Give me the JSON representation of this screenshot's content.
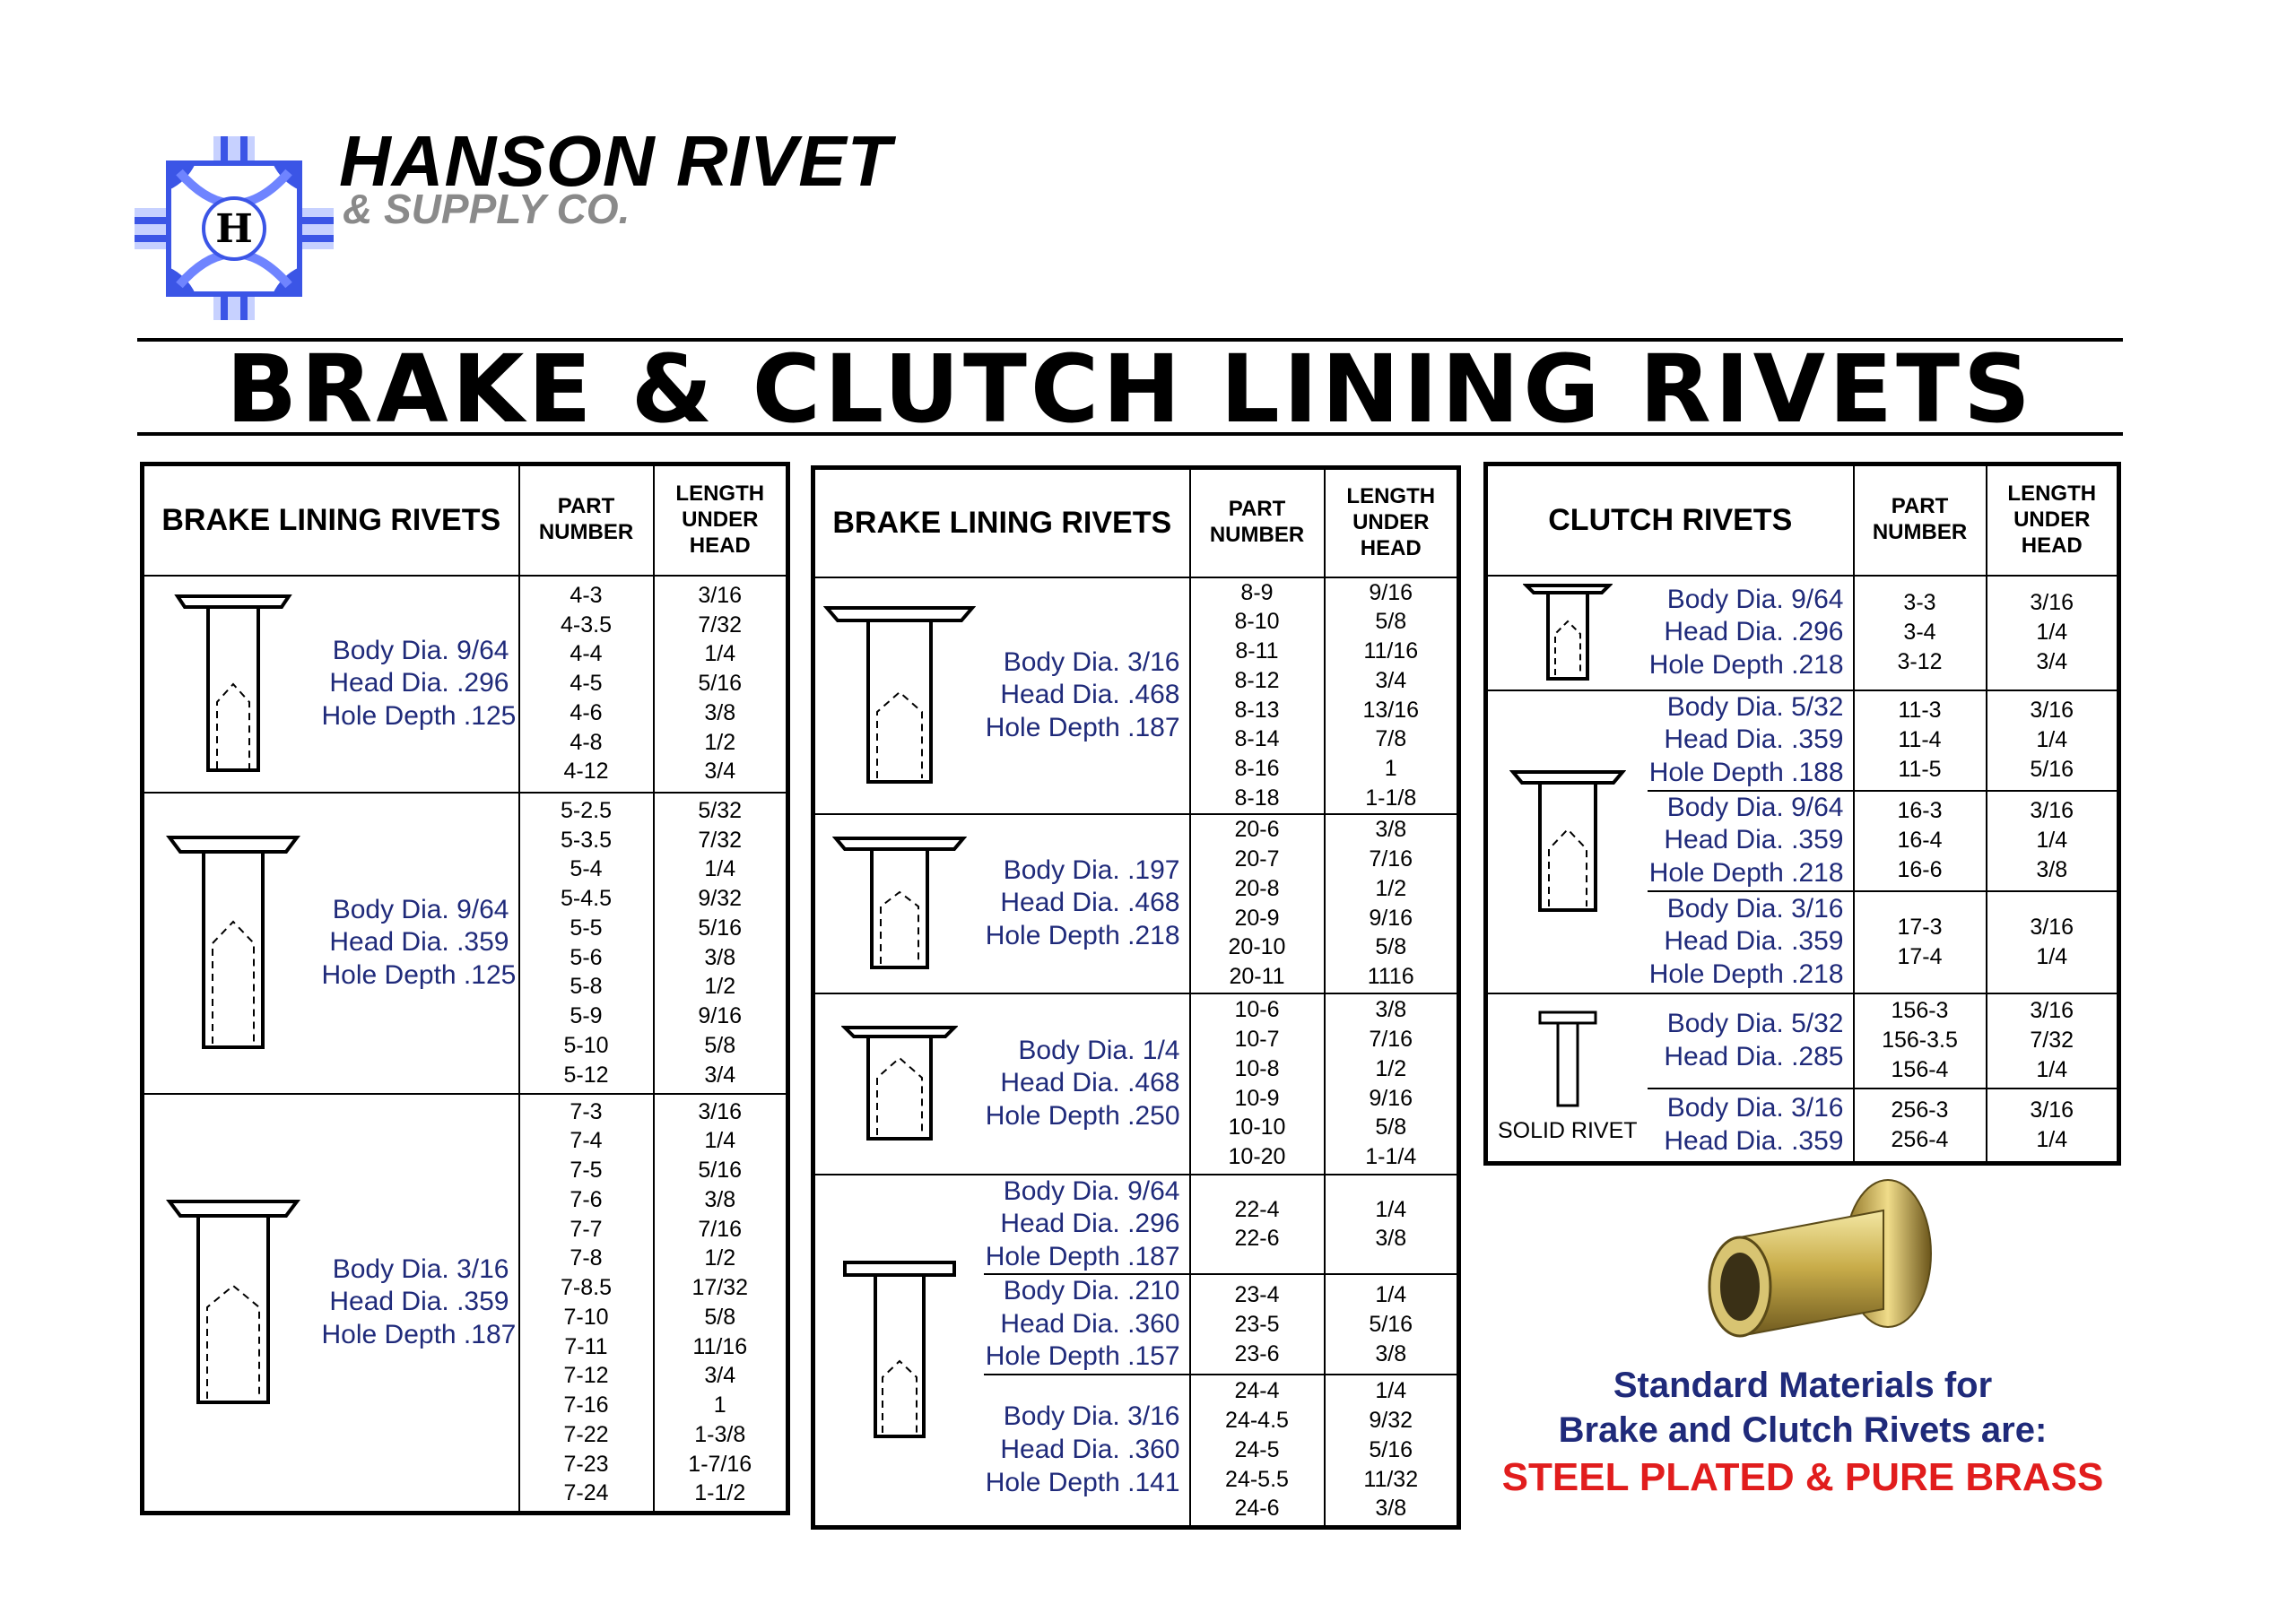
{
  "company": {
    "name": "HANSON RIVET",
    "subname": "& SUPPLY CO.",
    "logo_letter": "H",
    "colors": {
      "logo_blue": "#3b55e6",
      "logo_light": "#c7d1ff"
    }
  },
  "page_title": "BRAKE & CLUTCH LINING RIVETS",
  "headers": {
    "part_number": [
      "PART",
      "NUMBER"
    ],
    "length": [
      "LENGTH",
      "UNDER",
      "HEAD"
    ]
  },
  "table1": {
    "title": "BRAKE LINING RIVETS",
    "groups": [
      {
        "icon": "tubular-rivet-icon",
        "specs": [
          "Body Dia. 9/64",
          "Head Dia. .296",
          "Hole Depth .125"
        ],
        "parts": [
          "4-3",
          "4-3.5",
          "4-4",
          "4-5",
          "4-6",
          "4-8",
          "4-12"
        ],
        "lengths": [
          "3/16",
          "7/32",
          "1/4",
          "5/16",
          "3/8",
          "1/2",
          "3/4"
        ]
      },
      {
        "icon": "tubular-rivet-icon",
        "specs": [
          "Body Dia. 9/64",
          "Head Dia. .359",
          "Hole Depth .125"
        ],
        "parts": [
          "5-2.5",
          "5-3.5",
          "5-4",
          "5-4.5",
          "5-5",
          "5-6",
          "5-8",
          "5-9",
          "5-10",
          "5-12"
        ],
        "lengths": [
          "5/32",
          "7/32",
          "1/4",
          "9/32",
          "5/16",
          "3/8",
          "1/2",
          "9/16",
          "5/8",
          "3/4"
        ]
      },
      {
        "icon": "tubular-rivet-icon",
        "specs": [
          "Body Dia. 3/16",
          "Head Dia. .359",
          "Hole Depth .187"
        ],
        "parts": [
          "7-3",
          "7-4",
          "7-5",
          "7-6",
          "7-7",
          "7-8",
          "7-8.5",
          "7-10",
          "7-11",
          "7-12",
          "7-16",
          "7-22",
          "7-23",
          "7-24"
        ],
        "lengths": [
          "3/16",
          "1/4",
          "5/16",
          "3/8",
          "7/16",
          "1/2",
          "17/32",
          "5/8",
          "11/16",
          "3/4",
          "1",
          "1-3/8",
          "1-7/16",
          "1-1/2"
        ]
      }
    ]
  },
  "table2": {
    "title": "BRAKE LINING RIVETS",
    "groups": [
      {
        "specs": [
          "Body Dia. 3/16",
          "Head Dia. .468",
          "Hole Depth .187"
        ],
        "parts": [
          "8-9",
          "8-10",
          "8-11",
          "8-12",
          "8-13",
          "8-14",
          "8-16",
          "8-18"
        ],
        "lengths": [
          "9/16",
          "5/8",
          "11/16",
          "3/4",
          "13/16",
          "7/8",
          "1",
          "1-1/8"
        ]
      },
      {
        "specs": [
          "Body Dia. .197",
          "Head Dia. .468",
          "Hole Depth .218"
        ],
        "parts": [
          "20-6",
          "20-7",
          "20-8",
          "20-9",
          "20-10",
          "20-11"
        ],
        "lengths": [
          "3/8",
          "7/16",
          "1/2",
          "9/16",
          "5/8",
          "1116"
        ]
      },
      {
        "specs": [
          "Body Dia. 1/4",
          "Head Dia. .468",
          "Hole Depth .250"
        ],
        "parts": [
          "10-6",
          "10-7",
          "10-8",
          "10-9",
          "10-10",
          "10-20"
        ],
        "lengths": [
          "3/8",
          "7/16",
          "1/2",
          "9/16",
          "5/8",
          "1-1/4"
        ]
      },
      {
        "subgroups": [
          {
            "specs": [
              "Body Dia. 9/64",
              "Head Dia. .296",
              "Hole Depth .187"
            ],
            "parts": [
              "22-4",
              "22-6"
            ],
            "lengths": [
              "1/4",
              "3/8"
            ]
          },
          {
            "specs": [
              "Body Dia. .210",
              "Head Dia. .360",
              "Hole Depth .157"
            ],
            "parts": [
              "23-4",
              "23-5",
              "23-6"
            ],
            "lengths": [
              "1/4",
              "5/16",
              "3/8"
            ]
          },
          {
            "specs": [
              "Body Dia. 3/16",
              "Head Dia. .360",
              "Hole Depth .141"
            ],
            "parts": [
              "24-4",
              "24-4.5",
              "24-5",
              "24-5.5",
              "24-6"
            ],
            "lengths": [
              "1/4",
              "9/32",
              "5/16",
              "11/32",
              "3/8"
            ]
          }
        ]
      }
    ]
  },
  "table3": {
    "title": "CLUTCH RIVETS",
    "groups": [
      {
        "specs": [
          "Body Dia. 9/64",
          "Head Dia. .296",
          "Hole Depth .218"
        ],
        "parts": [
          "3-3",
          "3-4",
          "3-12"
        ],
        "lengths": [
          "3/16",
          "1/4",
          "3/4"
        ]
      },
      {
        "subgroups": [
          {
            "specs": [
              "Body Dia. 5/32",
              "Head Dia. .359",
              "Hole Depth .188"
            ],
            "parts": [
              "11-3",
              "11-4",
              "11-5"
            ],
            "lengths": [
              "3/16",
              "1/4",
              "5/16"
            ]
          },
          {
            "specs": [
              "Body Dia. 9/64",
              "Head Dia. .359",
              "Hole Depth .218"
            ],
            "parts": [
              "16-3",
              "16-4",
              "16-6"
            ],
            "lengths": [
              "3/16",
              "1/4",
              "3/8"
            ]
          },
          {
            "specs": [
              "Body Dia. 3/16",
              "Head Dia. .359",
              "Hole Depth .218"
            ],
            "parts": [
              "17-3",
              "17-4"
            ],
            "lengths": [
              "3/16",
              "1/4"
            ]
          }
        ]
      },
      {
        "solid_label": "SOLID RIVET",
        "subgroups": [
          {
            "specs": [
              "Body Dia. 5/32",
              "Head Dia. .285"
            ],
            "parts": [
              "156-3",
              "156-3.5",
              "156-4"
            ],
            "lengths": [
              "3/16",
              "7/32",
              "1/4"
            ]
          },
          {
            "specs": [
              "Body Dia. 3/16",
              "Head Dia. .359"
            ],
            "parts": [
              "256-3",
              "256-4"
            ],
            "lengths": [
              "3/16",
              "1/4"
            ]
          }
        ]
      }
    ]
  },
  "materials": {
    "line1": "Standard Materials for",
    "line2": "Brake and Clutch Rivets are:",
    "line3": "STEEL PLATED & PURE BRASS",
    "colors": {
      "blue": "#1f2a7a",
      "red": "#e11d1d"
    }
  }
}
